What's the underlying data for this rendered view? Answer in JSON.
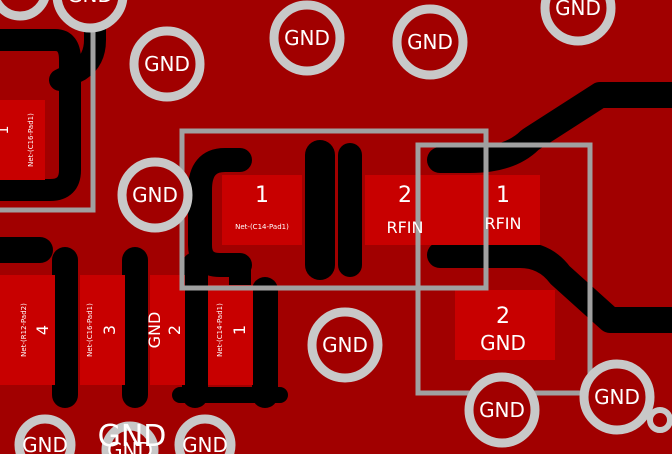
{
  "view": "PCB layout editor – copper layer view",
  "colors": {
    "copper": "#a10000",
    "clearance": "#000000",
    "pad": "#cc0000",
    "via_ring": "#c8c8c8",
    "courtyard": "#a0a0a0",
    "text": "#ffffff"
  },
  "via_label": "GND",
  "big_label": "GND",
  "pads": {
    "c14_pad1_num": "1",
    "c14_pad1_net": "Net-(C14-Pad1)",
    "c14_pad2_num": "2",
    "c14_pad2_net": "RFIN",
    "rf_pad1_num": "1",
    "rf_pad1_net": "RFIN",
    "rf_pad2_num": "2",
    "rf_pad2_net": "GND",
    "c16_pad1_net": "Net-(C16-Pad1)",
    "row_pad4_num": "4",
    "row_pad4_net": "Net-(R12-Pad2)",
    "row_pad3_num": "3",
    "row_pad3_net": "Net-(C16-Pad1)",
    "row_pad2_num": "2",
    "row_pad2_net": "GND",
    "row_pad1_num": "1",
    "row_pad1_net": "Net-(C14-Pad1)",
    "corner_num": "1"
  }
}
